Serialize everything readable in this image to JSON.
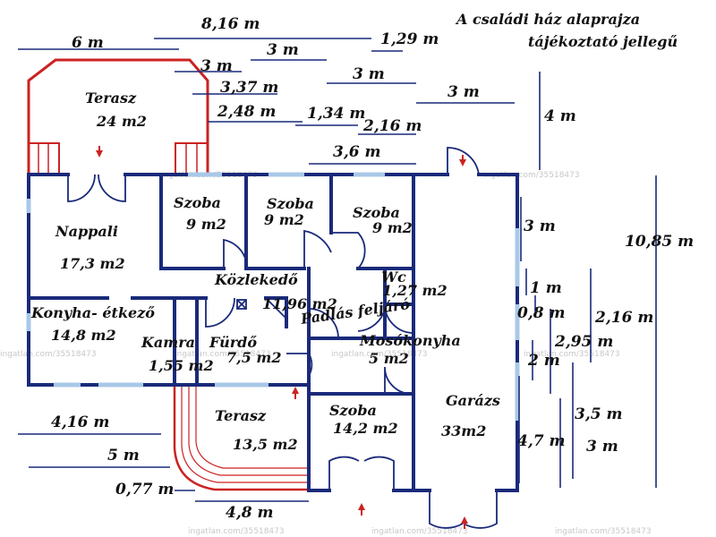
{
  "title": {
    "line1": "A családi ház alaprajza",
    "line2": "tájékoztató jellegű"
  },
  "rooms": [
    {
      "name": "Terasz",
      "area": "24 m2"
    },
    {
      "name": "Szoba",
      "area": "9 m2"
    },
    {
      "name": "Szoba",
      "area": "9 m2"
    },
    {
      "name": "Szoba",
      "area": "9 m2"
    },
    {
      "name": "Nappali",
      "area": "17,3 m2"
    },
    {
      "name": "Közlekedő",
      "area": "11,96 m2"
    },
    {
      "name": "Wc",
      "area": "1,27 m2"
    },
    {
      "name": "Konyha- étkező",
      "area": "14,8 m2"
    },
    {
      "name": "Kamra",
      "area": "1,55 m2"
    },
    {
      "name": "Fürdő",
      "area": "7,5 m2"
    },
    {
      "name": "Padlás feljáró",
      "area": ""
    },
    {
      "name": "Mosókonyha",
      "area": "5 m2"
    },
    {
      "name": "Terasz",
      "area": "13,5 m2"
    },
    {
      "name": "Szoba",
      "area": "14,2 m2"
    },
    {
      "name": "Garázs",
      "area": "33m2"
    }
  ],
  "dimensions": [
    "8,16 m",
    "6 m",
    "3 m",
    "1,29 m",
    "3 m",
    "3 m",
    "3,37 m",
    "3 m",
    "2,48 m",
    "1,34 m",
    "2,16 m",
    "3,6 m",
    "4 m",
    "3 m",
    "10,85 m",
    "1 m",
    "0,8 m",
    "2,16 m",
    "2,95 m",
    "2 m",
    "3,5 m",
    "4,7 m",
    "3 m",
    "4,16 m",
    "5 m",
    "0,77 m",
    "4,8 m"
  ],
  "watermark": "ingatlan.com/35518473",
  "colors": {
    "wall": "#1a2a7a",
    "terrace": "#cc2222",
    "window": "#a9c8e8",
    "dim_line": "#1a2a7a",
    "arrow": "#cc2222"
  }
}
